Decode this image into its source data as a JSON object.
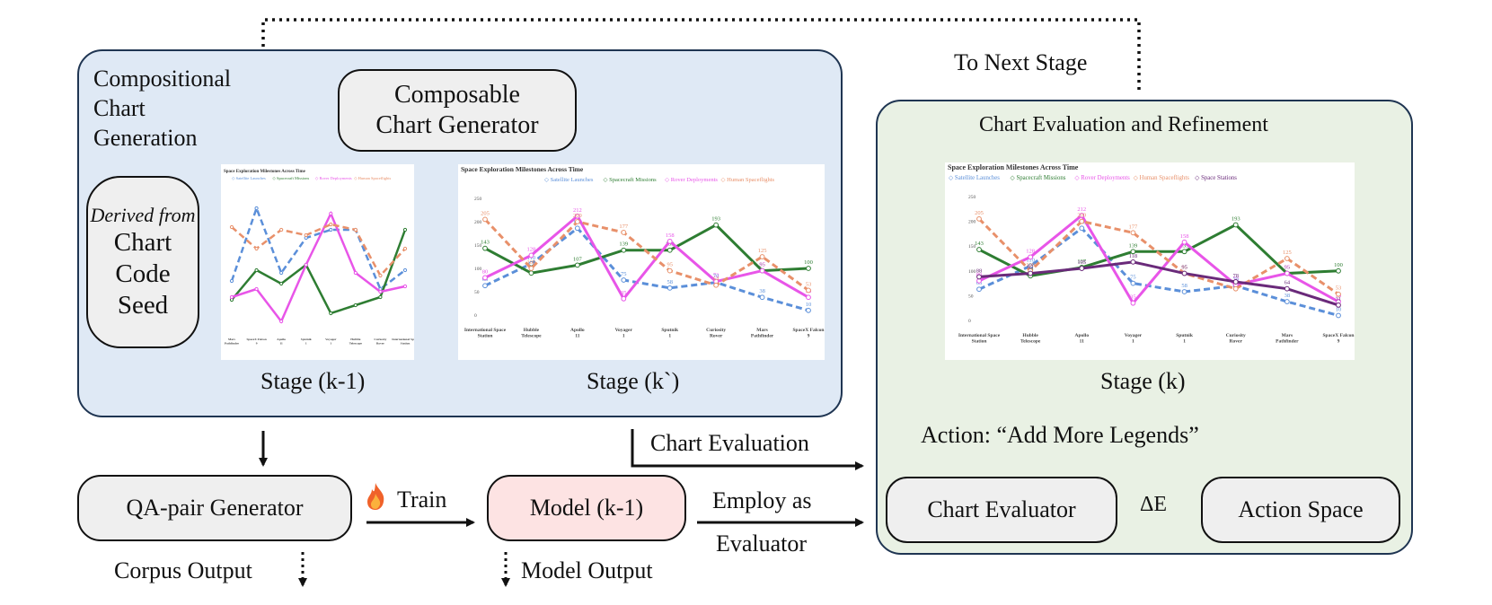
{
  "left_panel": {
    "title_lines": [
      "Compositional",
      "Chart",
      "Generation"
    ],
    "seed_box": {
      "italic_line": "Derived from",
      "lines": [
        "Chart",
        "Code",
        "Seed"
      ]
    },
    "generator_box": {
      "lines": [
        "Composable",
        "Chart Generator"
      ]
    },
    "stage_prev": "Stage (k-1)",
    "stage_mid": "Stage (k`)"
  },
  "right_panel": {
    "title": "Chart Evaluation and Refinement",
    "stage_label": "Stage (k)",
    "action_text": "Action: “Add More Legends”",
    "evaluator_box": "Chart Evaluator",
    "delta_label": "ΔE",
    "action_space_box": "Action Space"
  },
  "top_link": "To Next Stage",
  "bottom": {
    "qa_box": "QA-pair Generator",
    "corpus_output": "Corpus Output",
    "fire_icon": "fire-icon",
    "train_label": "Train",
    "model_box": "Model (k-1)",
    "model_output": "Model Output",
    "chart_evaluation_label": "Chart Evaluation",
    "employ_lines": [
      "Employ as",
      "Evaluator"
    ]
  },
  "colors": {
    "left_panel_bg": "#dfe9f5",
    "right_panel_bg": "#e9f1e4",
    "model_box_bg": "#fde3e3",
    "box_bg": "#efefef",
    "satellite": "#5b8fd9",
    "spacecraft": "#2e7d32",
    "rover": "#e855e8",
    "human": "#e8906a",
    "stations": "#6a2a7a"
  },
  "chart_data": [
    {
      "type": "line",
      "title": "Space Exploration Milestones Across Time",
      "legend": [
        "Satellite Launches",
        "Spacecraft Missions",
        "Rover Deployments",
        "Human Spaceflights"
      ],
      "categories": [
        "Mars Pathfinder",
        "SpaceX Falcon 9",
        "Apollo 11",
        "Sputnik 1",
        "Voyager 1",
        "Hubble Telescope",
        "Curiosity Rover",
        "International Space Station"
      ],
      "series": [
        {
          "name": "Satellite Launches",
          "values": [
            80,
            215,
            95,
            160,
            175,
            175,
            65,
            100
          ]
        },
        {
          "name": "Spacecraft Missions",
          "values": [
            45,
            100,
            75,
            110,
            20,
            35,
            50,
            175
          ]
        },
        {
          "name": "Rover Deployments",
          "values": [
            50,
            65,
            5,
            110,
            205,
            95,
            60,
            70
          ]
        },
        {
          "name": "Human Spaceflights",
          "values": [
            180,
            140,
            175,
            165,
            185,
            175,
            90,
            140
          ]
        }
      ]
    },
    {
      "type": "line",
      "title": "Space Exploration Milestones Across Time",
      "legend": [
        "Satellite Launches",
        "Spacecraft Missions",
        "Rover Deployments",
        "Human Spaceflights"
      ],
      "categories": [
        "International Space Station",
        "Hubble Telescope",
        "Apollo 11",
        "Voyager 1",
        "Sputnik 1",
        "Curiosity Rover",
        "Mars Pathfinder",
        "SpaceX Falcon 9"
      ],
      "ylim": [
        0,
        250
      ],
      "series": [
        {
          "name": "Satellite Launches",
          "values": [
            63,
            110,
            186,
            75,
            58,
            70,
            38,
            10
          ]
        },
        {
          "name": "Spacecraft Missions",
          "values": [
            143,
            90,
            107,
            139,
            139,
            193,
            95,
            100
          ]
        },
        {
          "name": "Rover Deployments",
          "values": [
            80,
            128,
            212,
            35,
            158,
            72,
            95,
            38
          ]
        },
        {
          "name": "Human Spaceflights",
          "values": [
            205,
            100,
            200,
            177,
            95,
            64,
            125,
            53
          ]
        }
      ]
    },
    {
      "type": "line",
      "title": "Space Exploration Milestones Across Time",
      "legend": [
        "Satellite Launches",
        "Spacecraft Missions",
        "Rover Deployments",
        "Human Spaceflights",
        "Space Stations"
      ],
      "categories": [
        "International Space Station",
        "Hubble Telescope",
        "Apollo 11",
        "Voyager 1",
        "Sputnik 1",
        "Curiosity Rover",
        "Mars Pathfinder",
        "SpaceX Falcon 9"
      ],
      "ylim": [
        0,
        250
      ],
      "series": [
        {
          "name": "Satellite Launches",
          "values": [
            63,
            110,
            186,
            75,
            58,
            70,
            38,
            10
          ]
        },
        {
          "name": "Spacecraft Missions",
          "values": [
            143,
            90,
            107,
            139,
            139,
            193,
            95,
            100
          ]
        },
        {
          "name": "Rover Deployments",
          "values": [
            80,
            128,
            212,
            35,
            158,
            72,
            95,
            38
          ]
        },
        {
          "name": "Human Spaceflights",
          "values": [
            205,
            100,
            200,
            177,
            95,
            64,
            125,
            53
          ]
        },
        {
          "name": "Space Stations",
          "values": [
            88,
            95,
            105,
            118,
            95,
            78,
            64,
            31
          ]
        }
      ]
    }
  ]
}
